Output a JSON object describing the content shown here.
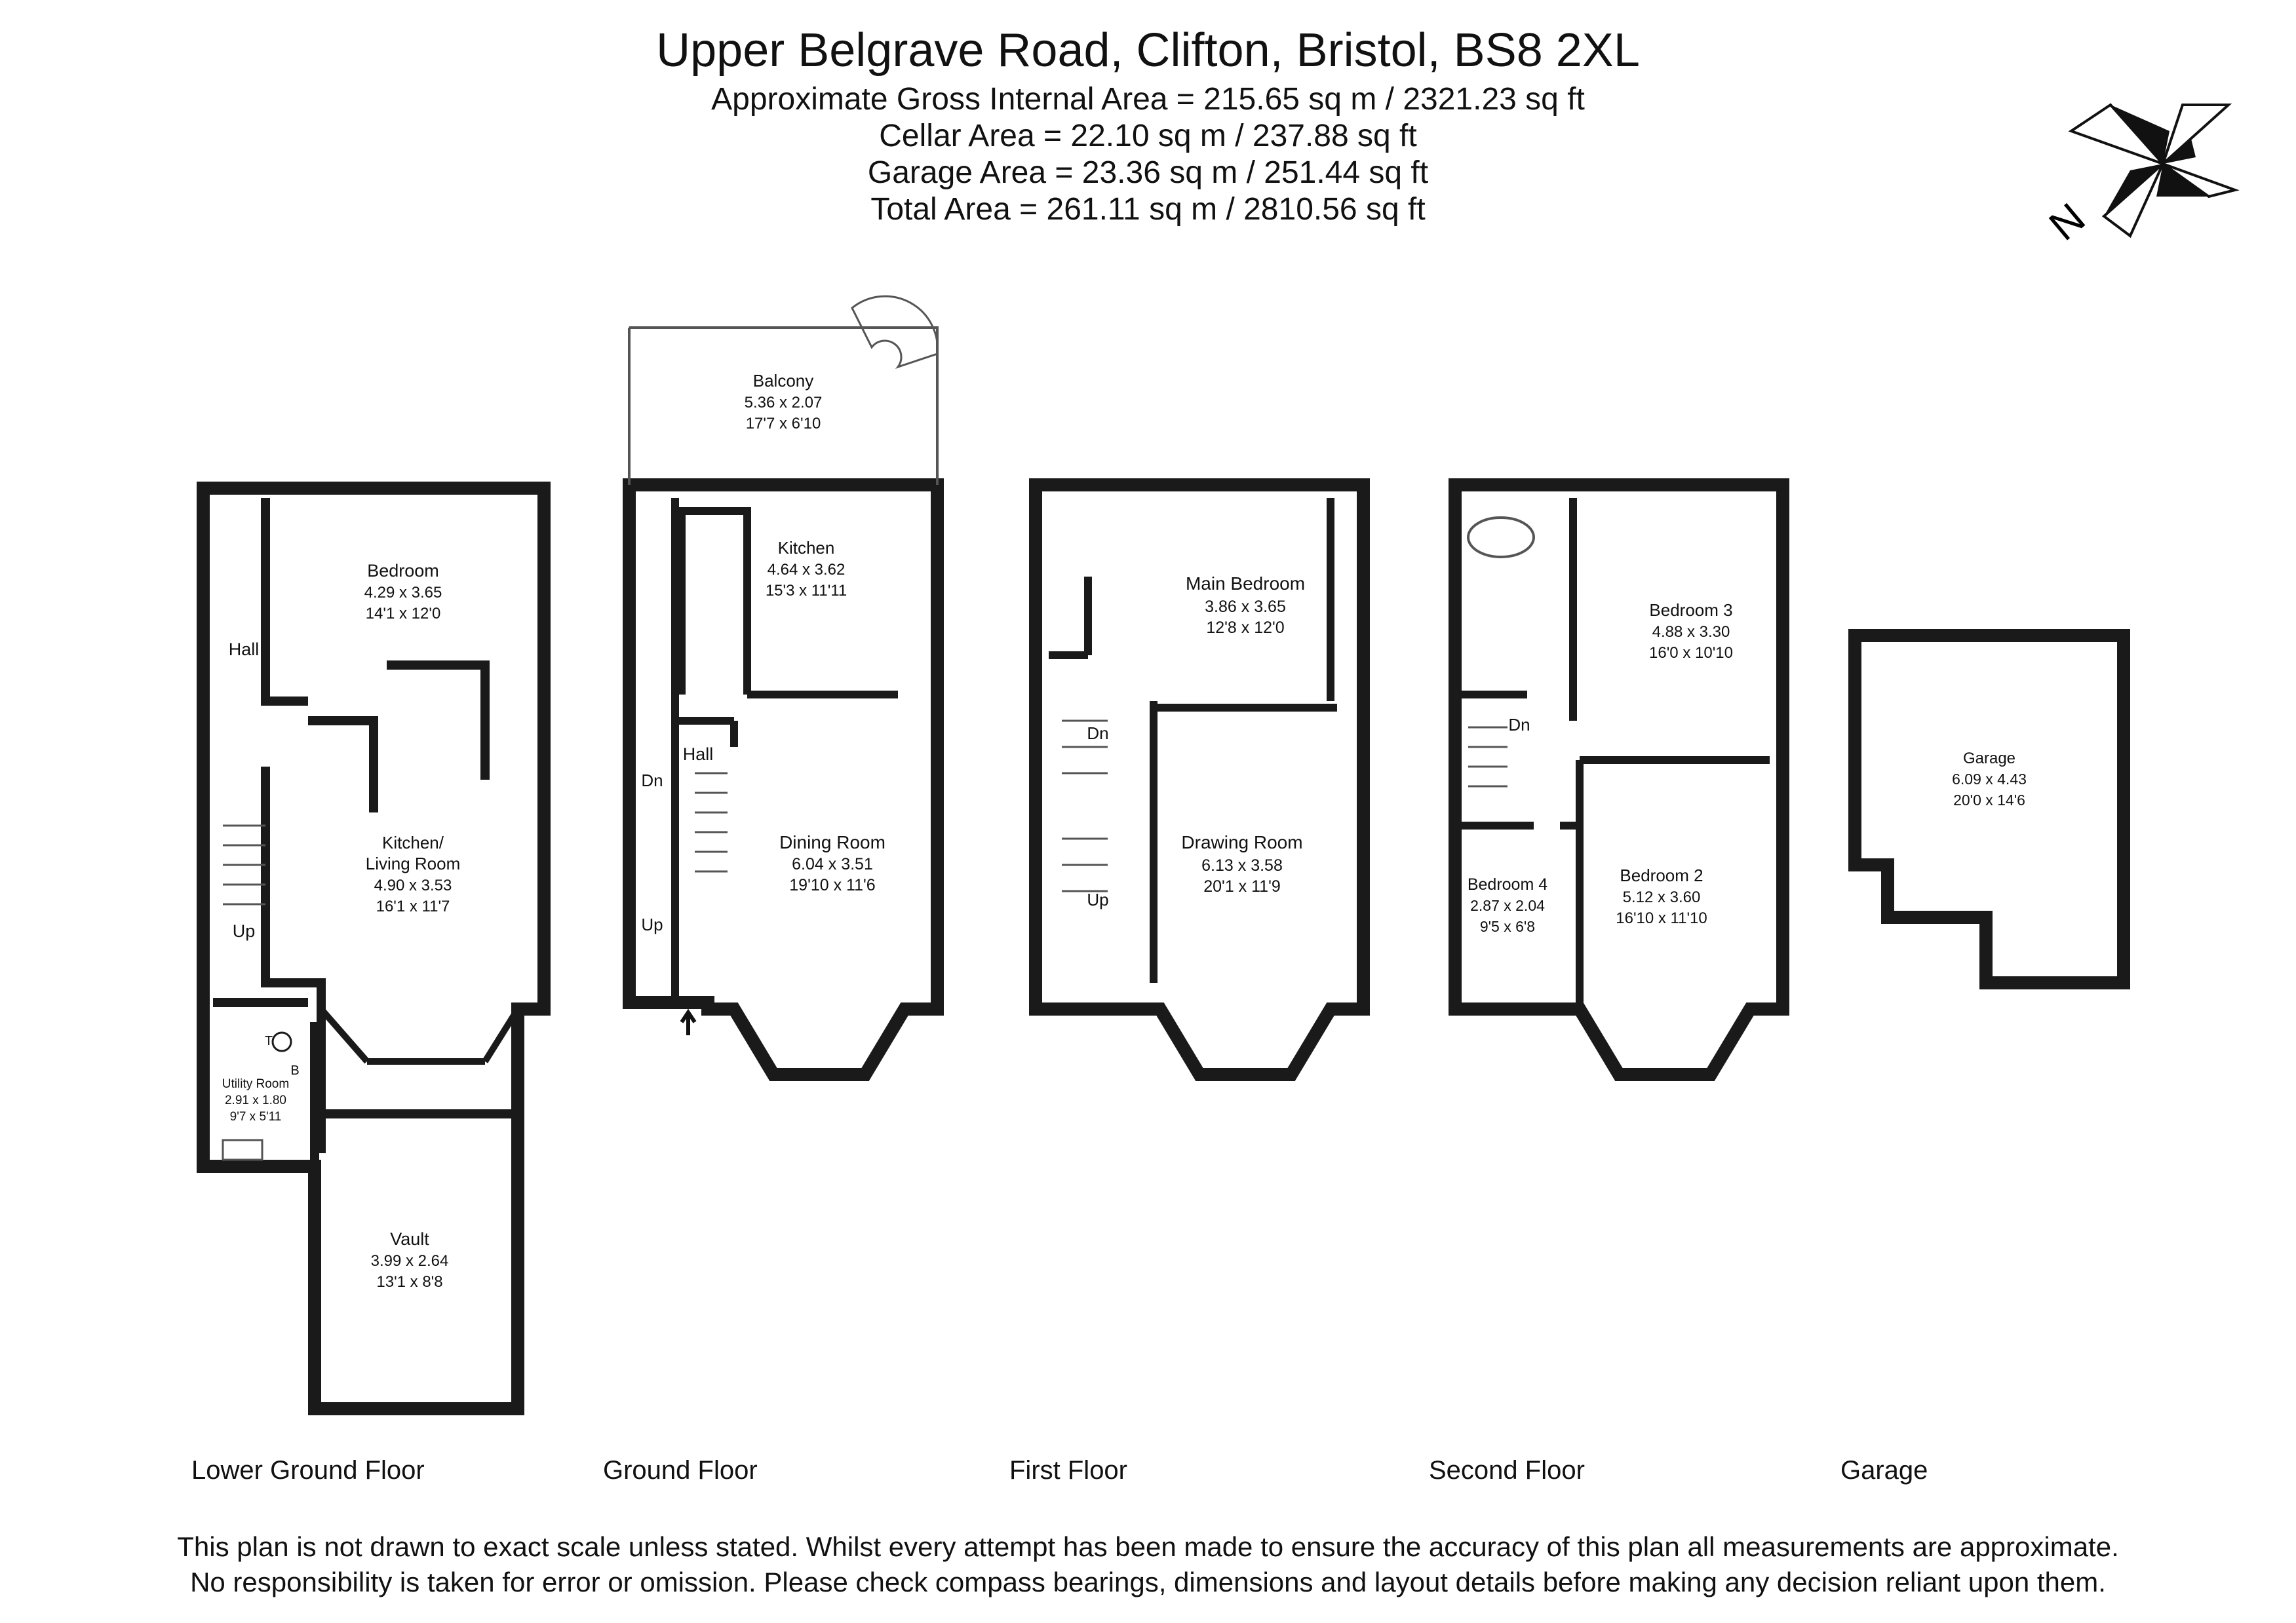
{
  "header": {
    "title": "Upper Belgrave Road, Clifton, Bristol, BS8 2XL",
    "gross_internal": "Approximate Gross Internal Area = 215.65 sq m / 2321.23 sq ft",
    "cellar": "Cellar Area = 22.10 sq m / 237.88 sq ft",
    "garage": "Garage Area = 23.36 sq m / 251.44 sq ft",
    "total": "Total Area = 261.11 sq m / 2810.56 sq ft"
  },
  "compass": {
    "label": "N"
  },
  "floors": [
    {
      "label": "Lower Ground Floor"
    },
    {
      "label": "Ground Floor"
    },
    {
      "label": "First Floor"
    },
    {
      "label": "Second Floor"
    },
    {
      "label": "Garage"
    }
  ],
  "rooms": {
    "lg_bedroom": {
      "name": "Bedroom",
      "metric": "4.29 x 3.65",
      "imperial": "14'1 x 12'0"
    },
    "lg_hall": {
      "name": "Hall"
    },
    "lg_up": {
      "name": "Up"
    },
    "lg_kitchen": {
      "name": "Kitchen/",
      "name2": "Living Room",
      "metric": "4.90 x 3.53",
      "imperial": "16'1 x 11'7"
    },
    "lg_utility": {
      "name": "Utility Room",
      "metric": "2.91 x 1.80",
      "imperial": "9'7 x 5'11"
    },
    "lg_vault": {
      "name": "Vault",
      "metric": "3.99 x 2.64",
      "imperial": "13'1 x 8'8"
    },
    "g_balcony": {
      "name": "Balcony",
      "metric": "5.36 x 2.07",
      "imperial": "17'7 x 6'10"
    },
    "g_kitchen": {
      "name": "Kitchen",
      "metric": "4.64 x 3.62",
      "imperial": "15'3 x 11'11"
    },
    "g_hall": {
      "name": "Hall"
    },
    "g_dn": {
      "name": "Dn"
    },
    "g_up": {
      "name": "Up"
    },
    "g_dining": {
      "name": "Dining Room",
      "metric": "6.04 x 3.51",
      "imperial": "19'10 x 11'6"
    },
    "f_main": {
      "name": "Main Bedroom",
      "metric": "3.86 x 3.65",
      "imperial": "12'8 x 12'0"
    },
    "f_dn": {
      "name": "Dn"
    },
    "f_up": {
      "name": "Up"
    },
    "f_drawing": {
      "name": "Drawing Room",
      "metric": "6.13 x 3.58",
      "imperial": "20'1 x 11'9"
    },
    "s_bed3": {
      "name": "Bedroom 3",
      "metric": "4.88 x 3.30",
      "imperial": "16'0 x 10'10"
    },
    "s_dn": {
      "name": "Dn"
    },
    "s_bed4": {
      "name": "Bedroom 4",
      "metric": "2.87 x 2.04",
      "imperial": "9'5 x 6'8"
    },
    "s_bed2": {
      "name": "Bedroom 2",
      "metric": "5.12 x 3.60",
      "imperial": "16'10 x 11'10"
    },
    "garage": {
      "name": "Garage",
      "metric": "6.09 x 4.43",
      "imperial": "20'0 x 14'6"
    }
  },
  "symbols": {
    "tank": "T",
    "boiler": "B"
  },
  "disclaimer": {
    "line1": "This plan is not drawn to exact scale unless stated.  Whilst every attempt has been made to ensure the accuracy of this plan all measurements are approximate.",
    "line2": "No responsibility is taken for error or omission.  Please check compass bearings, dimensions and layout details before making any decision reliant upon them."
  },
  "colors": {
    "wall": "#1a1a1a",
    "line": "#555555",
    "background": "#ffffff"
  }
}
